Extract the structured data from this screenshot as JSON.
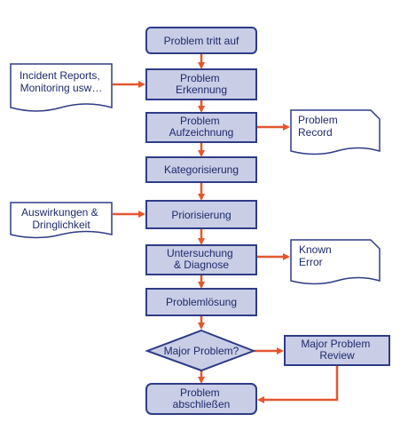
{
  "steps": {
    "start": [
      "Problem tritt auf"
    ],
    "detection": [
      "Problem",
      "Erkennung"
    ],
    "recording": [
      "Problem",
      "Aufzeichnung"
    ],
    "categorization": [
      "Kategorisierung"
    ],
    "prioritization": [
      "Priorisierung"
    ],
    "investigation": [
      "Untersuchung",
      "& Diagnose"
    ],
    "resolution": [
      "Problemlösung"
    ],
    "major_review": [
      "Major Problem",
      "Review"
    ],
    "close": [
      "Problem",
      "abschließen"
    ]
  },
  "decision": {
    "major_problem": [
      "Major Problem?"
    ]
  },
  "documents": {
    "incident_reports": [
      "Incident Reports,",
      "Monitoring usw…"
    ],
    "impact_urgency": [
      "Auswirkungen &",
      "Dringlichkeit"
    ],
    "problem_record": [
      "Problem",
      "Record"
    ],
    "known_error": [
      "Known",
      "Error"
    ]
  },
  "colors": {
    "box_fill": "#c9cde6",
    "box_stroke": "#2f3c86",
    "arrow": "#e4572e",
    "text": "#1f2a6b"
  }
}
